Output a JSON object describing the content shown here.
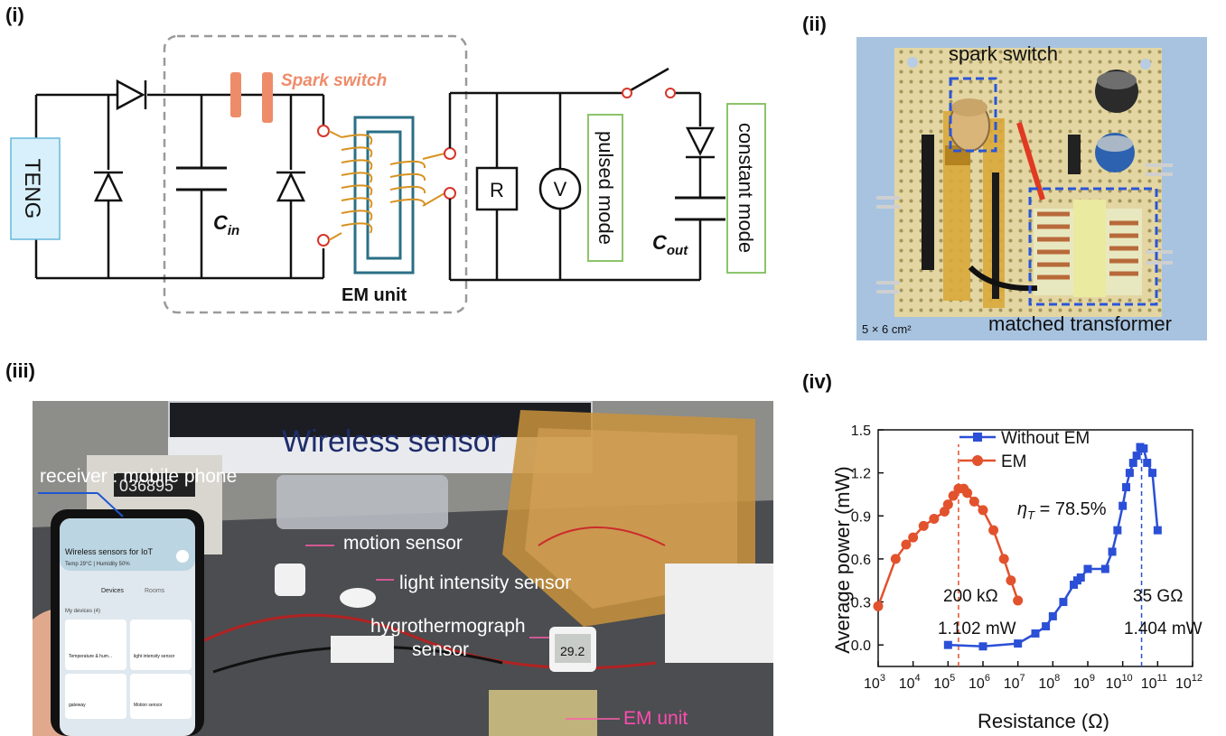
{
  "panels": {
    "i": "(i)",
    "ii": "(ii)",
    "iii": "(iii)",
    "iv": "(iv)"
  },
  "circuit": {
    "teng": "TENG",
    "spark_switch": "Spark switch",
    "cin_main": "C",
    "cin_sub": "in",
    "em_unit": "EM unit",
    "r": "R",
    "v": "V",
    "pulsed_mode": "pulsed mode",
    "cout_main": "C",
    "cout_sub": "out",
    "constant_mode": "constant mode"
  },
  "board_photo": {
    "spark_switch": "spark switch",
    "matched_transformer": "matched transformer",
    "size": "5 × 6 cm²"
  },
  "wireless_photo": {
    "title": "Wireless sensor",
    "receiver": "receiver : mobile phone",
    "motion": "motion sensor",
    "light": "light intensity sensor",
    "hygro1": "hygrothermograph",
    "hygro2": "sensor",
    "em_unit": "EM unit",
    "phone_title": "Wireless sensors for IoT",
    "phone_sub": "Temp 29°C | Humidity 50%",
    "phone_tab1": "Devices",
    "phone_tab2": "Rooms",
    "phone_section": "My devices (4)",
    "phone_card1": "Temperature & hum...",
    "phone_card2": "light intensity sensor",
    "phone_card3": "gateway",
    "phone_card4": "Motion sensor",
    "meter_reading": "036895",
    "display_reading": "29.2"
  },
  "chart_data": {
    "type": "scatter",
    "xlabel": "Resistance (Ω)",
    "ylabel": "Average power (mW)",
    "xscale": "log",
    "xlim_exp": [
      3,
      12
    ],
    "ylim": [
      -0.15,
      1.5
    ],
    "yticks": [
      "0.0",
      "0.3",
      "0.6",
      "0.9",
      "1.2",
      "1.5"
    ],
    "xticks_exp": [
      "3",
      "4",
      "5",
      "6",
      "7",
      "8",
      "9",
      "10",
      "11",
      "12"
    ],
    "legend_position": "top-center",
    "series": [
      {
        "name": "Without EM",
        "color": "#2b4fd6",
        "marker": "square",
        "points": [
          [
            5.0,
            0.0
          ],
          [
            6.0,
            -0.01
          ],
          [
            7.0,
            0.01
          ],
          [
            7.5,
            0.08
          ],
          [
            7.8,
            0.13
          ],
          [
            8.0,
            0.2
          ],
          [
            8.3,
            0.3
          ],
          [
            8.6,
            0.42
          ],
          [
            8.7,
            0.45
          ],
          [
            8.8,
            0.47
          ],
          [
            9.0,
            0.53
          ],
          [
            9.5,
            0.53
          ],
          [
            9.7,
            0.65
          ],
          [
            9.85,
            0.8
          ],
          [
            10.0,
            0.97
          ],
          [
            10.1,
            1.1
          ],
          [
            10.2,
            1.2
          ],
          [
            10.3,
            1.27
          ],
          [
            10.4,
            1.32
          ],
          [
            10.5,
            1.38
          ],
          [
            10.6,
            1.37
          ],
          [
            10.7,
            1.27
          ],
          [
            10.85,
            1.2
          ],
          [
            11.0,
            0.8
          ]
        ]
      },
      {
        "name": "EM",
        "color": "#e2522d",
        "marker": "circle",
        "points": [
          [
            3.0,
            0.27
          ],
          [
            3.5,
            0.6
          ],
          [
            3.8,
            0.7
          ],
          [
            4.0,
            0.75
          ],
          [
            4.3,
            0.83
          ],
          [
            4.6,
            0.88
          ],
          [
            4.9,
            0.93
          ],
          [
            5.0,
            0.98
          ],
          [
            5.15,
            1.04
          ],
          [
            5.3,
            1.09
          ],
          [
            5.45,
            1.09
          ],
          [
            5.55,
            1.06
          ],
          [
            5.75,
            1.0
          ],
          [
            6.0,
            0.94
          ],
          [
            6.3,
            0.8
          ],
          [
            6.6,
            0.6
          ],
          [
            6.8,
            0.45
          ],
          [
            7.0,
            0.31
          ]
        ]
      }
    ],
    "annotations": {
      "efficiency": "78.5%",
      "eta_symbol": "η",
      "eta_sub": "T",
      "em_resistance": "200 kΩ",
      "em_power": "1.102 mW",
      "noem_resistance": "35 GΩ",
      "noem_power": "1.404 mW"
    },
    "marker_lines_exp": [
      5.3,
      10.54
    ]
  }
}
